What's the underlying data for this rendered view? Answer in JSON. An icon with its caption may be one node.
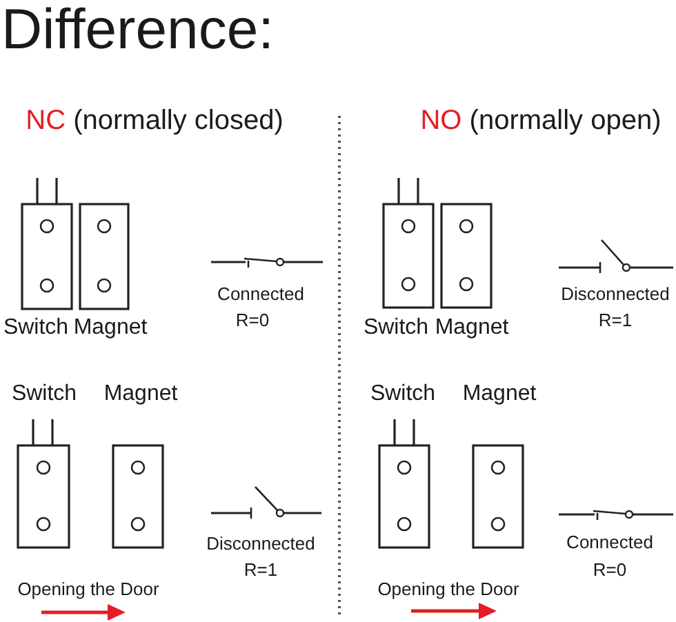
{
  "diagram": {
    "title": "Difference:",
    "labels": [
      "NC (normally closed)",
      "NO (normally open)",
      "Switch",
      "Magnet",
      "Connected",
      "R=0",
      "Switch",
      "Magnet",
      "Disconnected",
      "R=1",
      "Switch",
      "Magnet",
      "Disconnected",
      "R=1",
      "Opening the Door",
      "Switch",
      "Magnet",
      "Connected",
      "R=0",
      "Opening the Door"
    ]
  }
}
